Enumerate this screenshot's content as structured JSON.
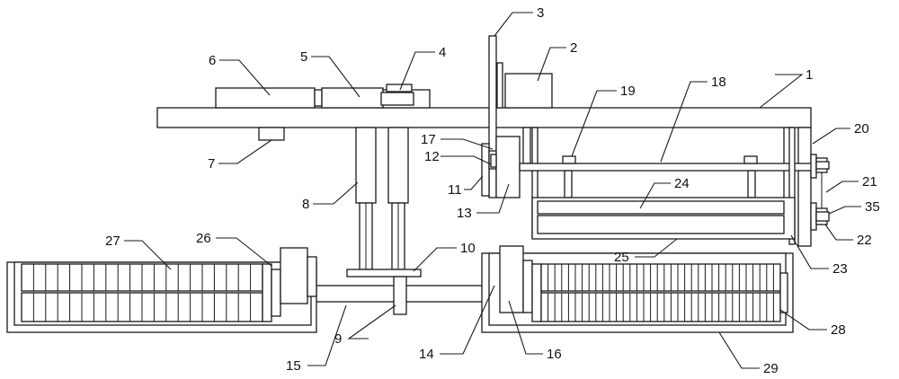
{
  "diagram": {
    "labels": {
      "l1": "1",
      "l2": "2",
      "l3": "3",
      "l4": "4",
      "l5": "5",
      "l6": "6",
      "l7": "7",
      "l8": "8",
      "l9": "9",
      "l10": "10",
      "l11": "11",
      "l12": "12",
      "l13": "13",
      "l14": "14",
      "l15": "15",
      "l16": "16",
      "l17": "17",
      "l18": "18",
      "l19": "19",
      "l20": "20",
      "l21": "21",
      "l22": "22",
      "l23": "23",
      "l24": "24",
      "l25": "25",
      "l26": "26",
      "l27": "27",
      "l28": "28",
      "l29": "29",
      "l35": "35"
    }
  }
}
